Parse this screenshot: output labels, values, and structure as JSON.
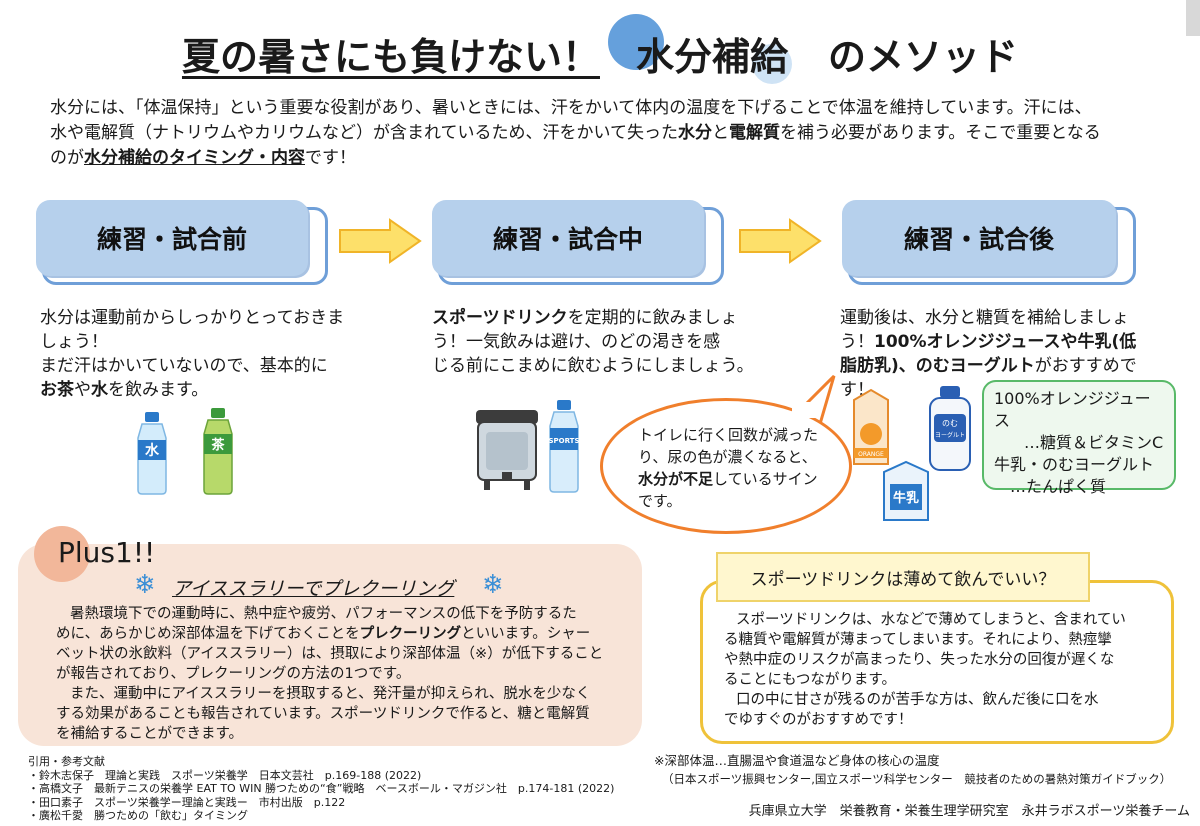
{
  "title": {
    "part1": "夏の暑さにも負けない！",
    "part2": "水分補給",
    "part3": "のメソッド"
  },
  "intro": {
    "line1": "水分には、「体温保持」という重要な役割があり、暑いときには、汗をかいて体内の温度を下げることで体温を維持しています。汗には、",
    "line2a": "水や電解質（ナトリウムやカリウムなど）が含まれているため、汗をかいて失った",
    "line2b": "水分",
    "line2c": "と",
    "line2d": "電解質",
    "line2e": "を補う必要があります。そこで重要となる",
    "line3a": "のが",
    "line3b": "水分補給のタイミング・内容",
    "line3c": "です！"
  },
  "phases": [
    {
      "label": "練習・試合前",
      "t1": "水分は運動前からしっかりとっておきま",
      "t2": "しょう！",
      "t3": "まだ汗はかいていないので、基本的に",
      "t4b": "お茶",
      "t4c": "や",
      "t4d": "水",
      "t4e": "を飲みます。"
    },
    {
      "label": "練習・試合中",
      "t1b": "スポーツドリンク",
      "t1c": "を定期的に飲みましょ",
      "t2": "う！一気飲みは避け、のどの渇きを感",
      "t3": "じる前にこまめに飲むようにしましょう。"
    },
    {
      "label": "練習・試合後",
      "t1": "運動後は、水分と糖質を補給しましょ",
      "t2a": "う！",
      "t2b": "100%オレンジジュースや牛乳(低",
      "t3b": "脂肪乳)、のむヨーグルト",
      "t3c": "がおすすめで",
      "t4": "す！"
    }
  ],
  "bottles": {
    "water": "水",
    "tea": "茶",
    "sports": "SPORTS",
    "orange": "ORANGE",
    "yogurt": "のむ\nヨーグルト",
    "milk": "牛乳"
  },
  "speech": {
    "l1": "トイレに行く回数が減った",
    "l2": "り、尿の色が濃くなると、",
    "l3b": "水分が不足",
    "l3c": "しているサイン",
    "l4": "です。"
  },
  "green": {
    "l1": "100%オレンジジュース",
    "l2": "…糖質＆ビタミンC",
    "l3": "牛乳・のむヨーグルト",
    "l4": "…たんぱく質"
  },
  "plus": {
    "label": "Plus1!!",
    "heading": "アイススラリーでプレクーリング",
    "l1": "暑熱環境下での運動時に、熱中症や疲労、パフォーマンスの低下を予防するた",
    "l2a": "めに、あらかじめ深部体温を下げておくことを",
    "l2b": "プレクーリング",
    "l2c": "といいます。シャー",
    "l3": "ベット状の氷飲料（アイススラリー）は、摂取により深部体温（※）が低下すること",
    "l4": "が報告されており、プレクーリングの方法の1つです。",
    "l5": "また、運動中にアイススラリーを摂取すると、発汗量が抑えられ、脱水を少なく",
    "l6": "する効果があることも報告されています。スポーツドリンクで作ると、糖と電解質",
    "l7": "を補給することができます。"
  },
  "sports": {
    "question": "スポーツドリンクは薄めて飲んでいい？",
    "l1": "スポーツドリンクは、水などで薄めてしまうと、含まれてい",
    "l2": "る糖質や電解質が薄まってしまいます。それにより、熱痙攣",
    "l3": "や熱中症のリスクが高まったり、失った水分の回復が遅くな",
    "l4": "ることにもつながります。",
    "l5": "口の中に甘さが残るのが苦手な方は、飲んだ後に口を水",
    "l6": "でゆすぐのがおすすめです！"
  },
  "references": {
    "heading": "引用・参考文献",
    "items": [
      "・鈴木志保子　理論と実践　スポーツ栄養学　日本文芸社　p.169-188 (2022)",
      "・高橋文子　最新テニスの栄養学 EAT TO WIN 勝つための“食”戦略　ベースボール・マガジン社　p.174-181 (2022)",
      "・田口素子　スポーツ栄養学ー理論と実践ー　市村出版　p.122",
      "・廣松千愛　勝つための「飲む」タイミング"
    ]
  },
  "footnote": {
    "l1": "※深部体温…直腸温や食道温など身体の核心の温度",
    "l2": "（日本スポーツ振興センター,国立スポーツ科学センター　競技者のための暑熱対策ガイドブック）"
  },
  "credit": "兵庫県立大学　栄養教育・栄養生理学研究室　永井ラボスポーツ栄養チーム",
  "colors": {
    "phase": "#b6d0ec",
    "arrow": "#fde06a",
    "plus_bg": "#f8e4d8",
    "sports_border": "#efc23a",
    "speech_border": "#f07f2c",
    "green_border": "#58b968"
  }
}
